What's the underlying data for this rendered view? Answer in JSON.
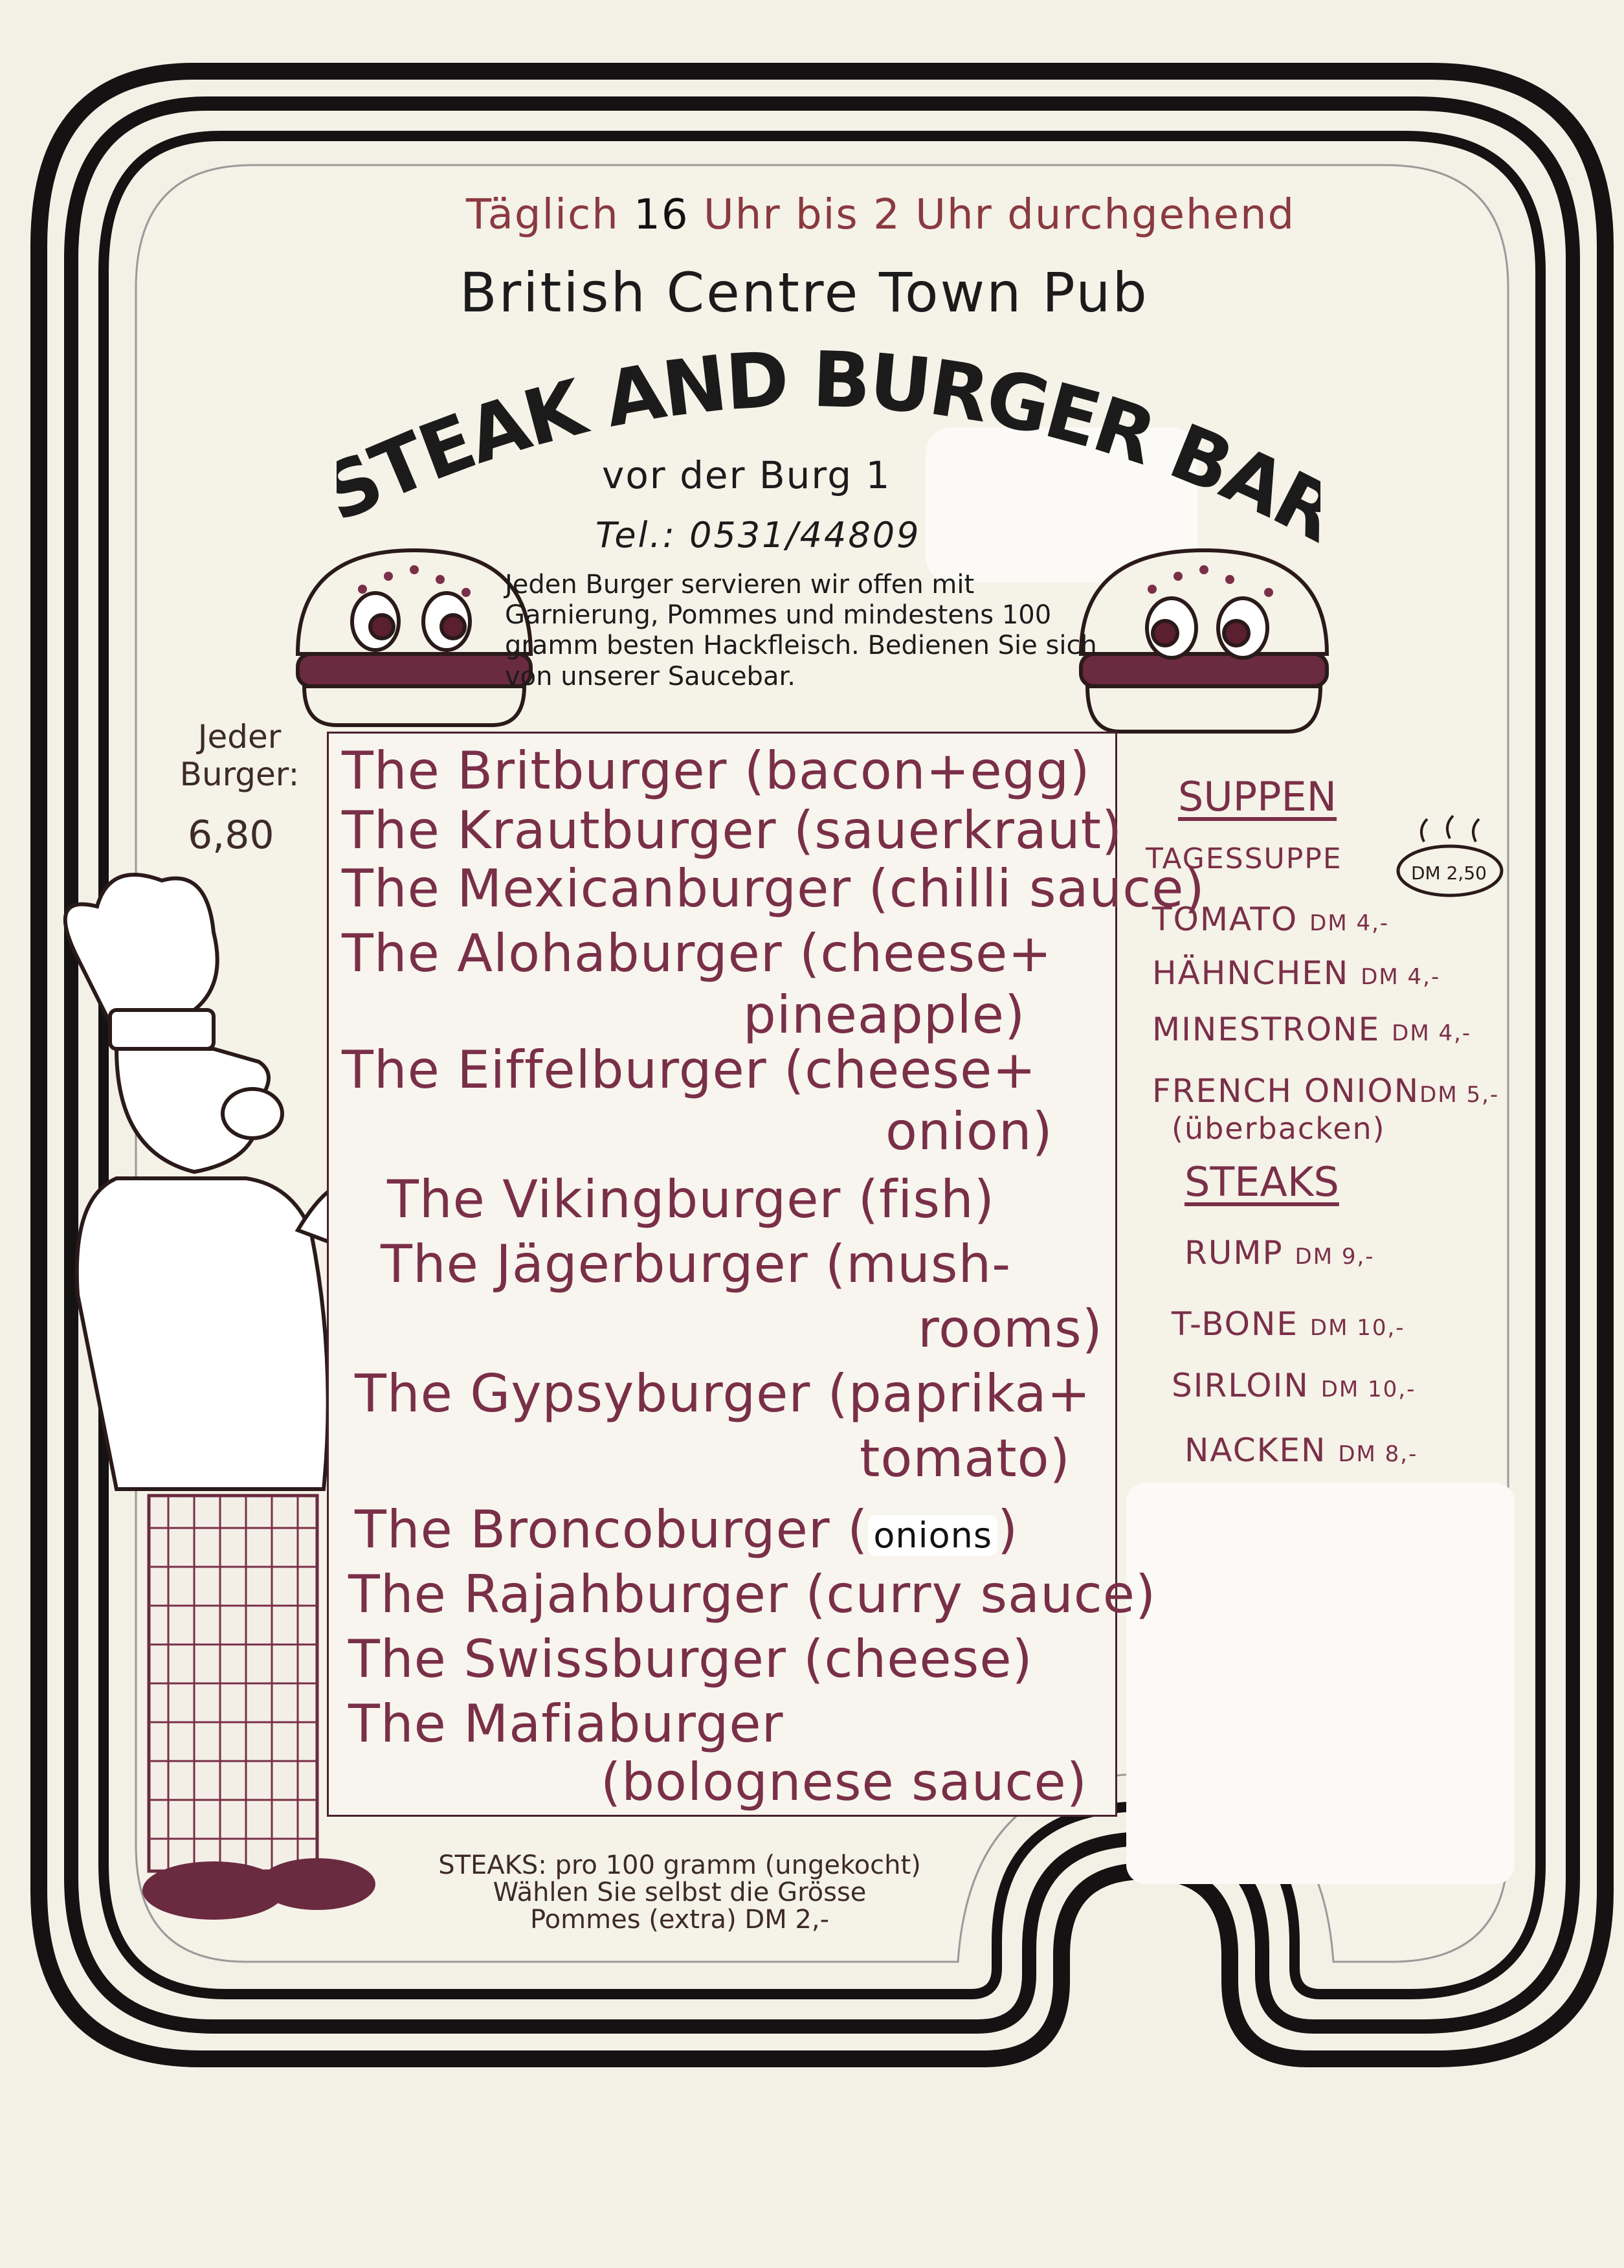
{
  "header": {
    "hours_pre": "Täglich",
    "hours_num": "16",
    "hours_post": "Uhr bis 2 Uhr durchgehend",
    "pub_name": "British Centre Town Pub",
    "title": "STEAK AND BURGER BAR",
    "address": "vor der Burg 1",
    "phone": "Tel.: 0531/44809"
  },
  "intro": "Jeden Burger servieren wir offen mit Garnierung, Pommes und mindestens 100 gramm besten Hackfleisch. Bedienen Sie sich von unserer Saucebar.",
  "burger_price": {
    "label": "Jeder Burger:",
    "value": "6,80"
  },
  "burgers": [
    {
      "line1": "The Britburger (bacon+egg)"
    },
    {
      "line1": "The Krautburger (sauerkraut)"
    },
    {
      "line1": "The Mexicanburger (chilli sauce)"
    },
    {
      "line1": "The Alohaburger (cheese+",
      "line2": "pineapple)"
    },
    {
      "line1": "The Eiffelburger (cheese+",
      "line2": "onion)"
    },
    {
      "line1": "The Vikingburger (fish)"
    },
    {
      "line1": "The Jägerburger (mush-",
      "line2": "rooms)"
    },
    {
      "line1": "The Gypsyburger (paprika+",
      "line2": "tomato)"
    },
    {
      "line1_pre": "The Broncoburger (",
      "line1_tag": "onions",
      "line1_post": ")"
    },
    {
      "line1": "The Rajahburger (curry sauce)"
    },
    {
      "line1": "The Swissburger (cheese)"
    },
    {
      "line1": "The Mafiaburger",
      "line2": "(bolognese sauce)"
    }
  ],
  "suppen": {
    "heading": "SUPPEN",
    "items": [
      {
        "name": "TAGESSUPPE",
        "price": "DM 2,50"
      },
      {
        "name": "TOMATO",
        "price": "DM 4,-"
      },
      {
        "name": "HÄHNCHEN",
        "price": "DM 4,-"
      },
      {
        "name": "MINESTRONE",
        "price": "DM 4,-"
      },
      {
        "name": "FRENCH ONION",
        "price": "DM 5,-",
        "note": "(überbacken)"
      }
    ]
  },
  "steaks": {
    "heading": "STEAKS",
    "items": [
      {
        "name": "RUMP",
        "price": "DM 9,-"
      },
      {
        "name": "T-BONE",
        "price": "DM 10,-"
      },
      {
        "name": "SIRLOIN",
        "price": "DM 10,-"
      },
      {
        "name": "NACKEN",
        "price": "DM 8,-"
      }
    ]
  },
  "footnote": {
    "line1": "STEAKS: pro 100 gramm (ungekocht)",
    "line2": "Wählen Sie selbst die Grösse",
    "line3": "Pommes (extra) DM 2,-"
  },
  "colors": {
    "ink_brown": "#7a2f48",
    "ink_black": "#1d1a1a",
    "paper": "#f3f0e5"
  }
}
